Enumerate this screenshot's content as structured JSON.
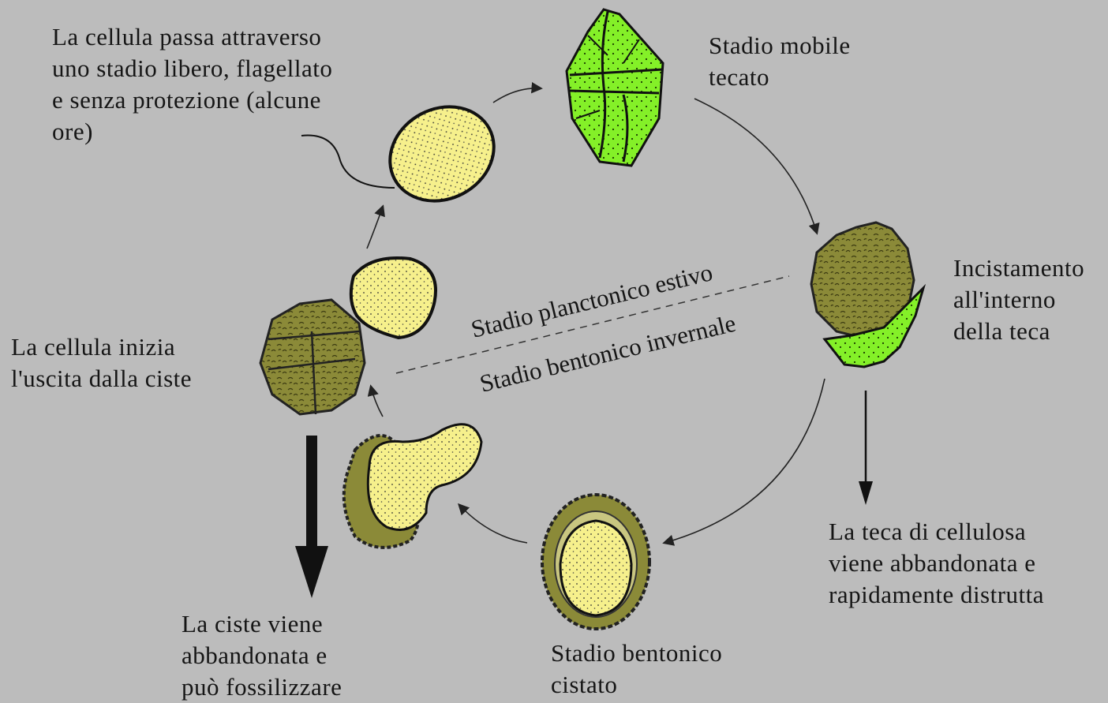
{
  "labels": {
    "flagellated": [
      "La cellula passa attraverso",
      "uno stadio libero, flagellato",
      "e senza protezione (alcune",
      "ore)"
    ],
    "mobile": [
      "Stadio mobile",
      "tecato"
    ],
    "encystment": [
      "Incistamento",
      "all'interno",
      "della  teca"
    ],
    "exit": [
      "La cellula  inizia",
      "l'uscita  dalla  ciste"
    ],
    "theca_abandoned": [
      "La teca di cellulosa",
      "viene abbandonata e",
      "rapidamente distrutta"
    ],
    "cyst_abandoned": [
      "La ciste viene",
      "abbandonata e",
      "può fossilizzare"
    ],
    "benthic_cyst": [
      "Stadio bentonico",
      "cistato"
    ]
  },
  "divider": {
    "upper": "Stadio planctonico estivo",
    "lower": "Stadio bentonico invernale"
  },
  "colors": {
    "background": "#bcbcbc",
    "cell_yellow": "#f6f08c",
    "theca_green": "#84f028",
    "cyst_olive": "#8b8a38",
    "outline": "#111111"
  }
}
